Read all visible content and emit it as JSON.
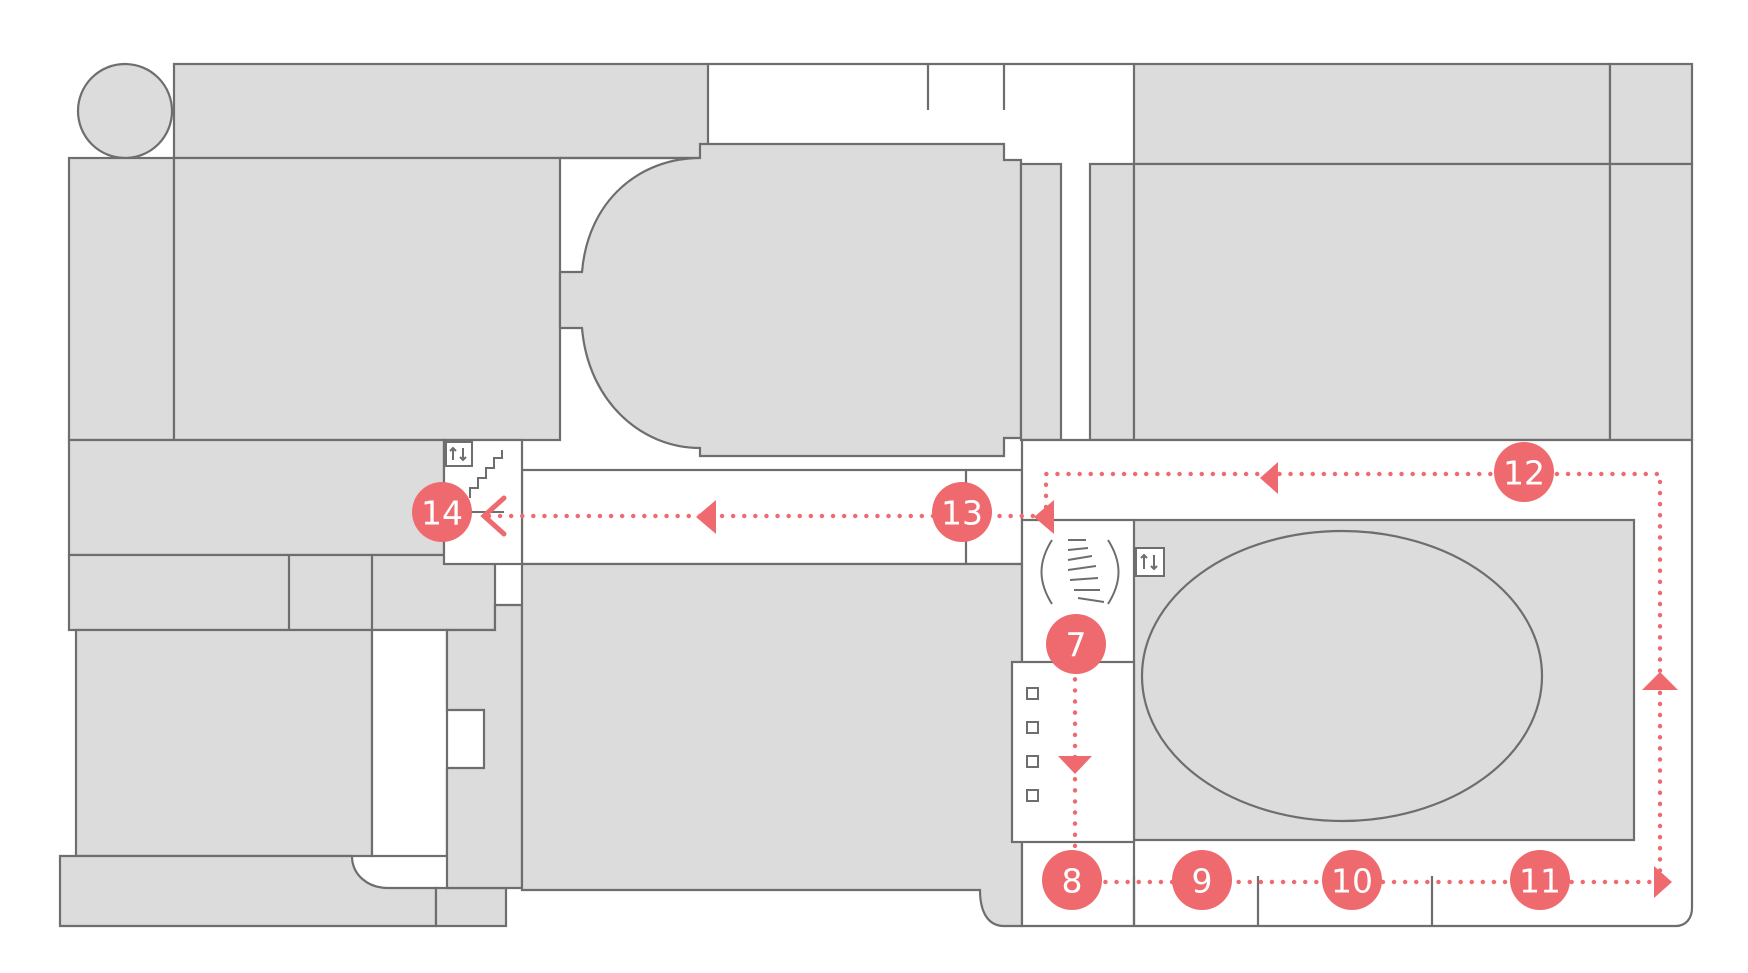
{
  "map": {
    "route_color": "#ef6a6f",
    "room_fill": "#dcdcdc",
    "wall_color": "#6e6e6e",
    "route_markers": [
      {
        "id": "stop-7",
        "label": "7"
      },
      {
        "id": "stop-8",
        "label": "8"
      },
      {
        "id": "stop-9",
        "label": "9"
      },
      {
        "id": "stop-10",
        "label": "10"
      },
      {
        "id": "stop-11",
        "label": "11"
      },
      {
        "id": "stop-12",
        "label": "12"
      },
      {
        "id": "stop-13",
        "label": "13"
      },
      {
        "id": "stop-14",
        "label": "14"
      }
    ],
    "icons": [
      {
        "id": "elevator-left",
        "name": "elevator-icon"
      },
      {
        "id": "staircase-left",
        "name": "staircase-icon"
      },
      {
        "id": "spiral-staircase",
        "name": "spiral-staircase-icon"
      },
      {
        "id": "elevator-right",
        "name": "elevator-icon"
      },
      {
        "id": "toilets",
        "name": "restroom-stall-icon"
      }
    ]
  }
}
